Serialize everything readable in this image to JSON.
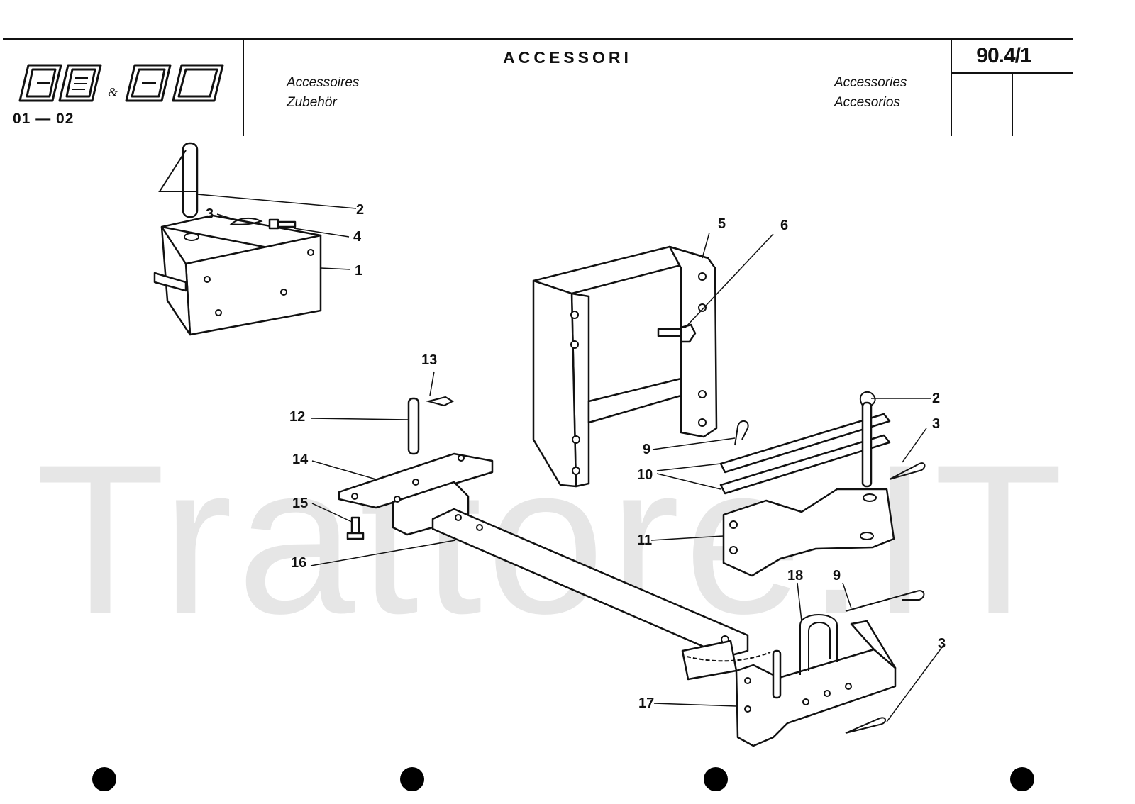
{
  "header": {
    "logo_text": "80 60",
    "model_range": "01 — 02",
    "title": "ACCESSORI",
    "lang_fr": "Accessoires",
    "lang_de": "Zubehör",
    "lang_en": "Accessories",
    "lang_es": "Accesorios",
    "page_number": "90.4/1"
  },
  "watermark": "Trattore.IT",
  "callouts": [
    "1",
    "2",
    "3",
    "4",
    "5",
    "6",
    "2",
    "3",
    "13",
    "12",
    "14",
    "15",
    "16",
    "9",
    "10",
    "11",
    "18",
    "9",
    "3",
    "17"
  ]
}
